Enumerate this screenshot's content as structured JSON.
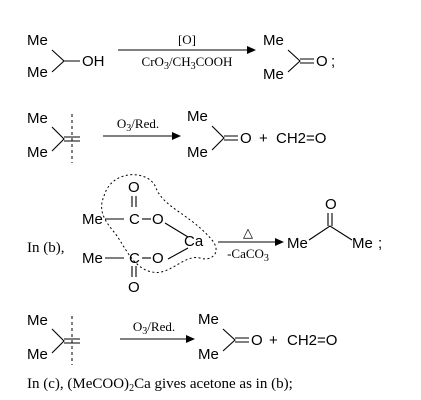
{
  "me": "Me",
  "oh": "OH",
  "o": "O",
  "c": "C",
  "ca": "Ca",
  "ch2o": "CH2=O",
  "plus": "+",
  "semicolon": ";",
  "oxidant": "[O]",
  "cro3_parts": [
    "CrO",
    "3",
    "/CH",
    "3",
    "COOH"
  ],
  "ozonolysis": "O3/Red.",
  "ozonolysis_parts": [
    "O",
    "3",
    "/Red."
  ],
  "delta": "△",
  "caco3_parts": [
    "-CaCO",
    "3"
  ],
  "in_b_label": "In (b),",
  "line_c_parts": [
    "In (c), (MeCOO)",
    "2",
    "Ca gives acetone as in (b);"
  ]
}
